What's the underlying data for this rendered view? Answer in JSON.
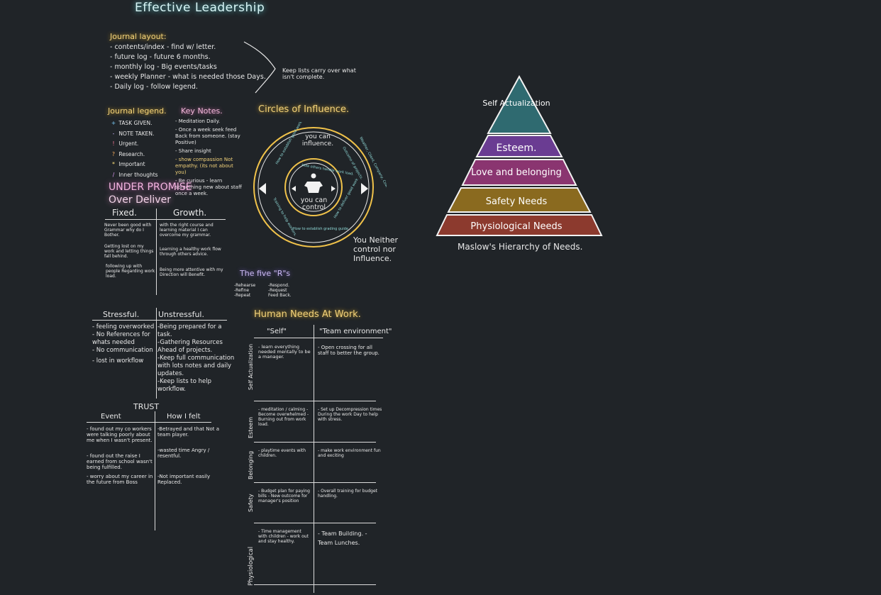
{
  "title": "Effective Leadership",
  "journal_layout": {
    "heading": "Journal layout:",
    "items": [
      "- contents/index - find w/ letter.",
      "- future log - future 6 months.",
      "- monthly log - Big events/tasks",
      "- weekly Planner - what is needed those Days.",
      "- Daily log - follow legend."
    ],
    "note": "Keep lists carry over what isn't complete."
  },
  "journal_legend": {
    "heading": "Journal legend.",
    "items": [
      {
        "mark": "+",
        "text": "TASK GIVEN.",
        "color": "#7fd1ff"
      },
      {
        "mark": "-",
        "text": "NOTE TAKEN.",
        "color": "#d0b8ff"
      },
      {
        "mark": "!",
        "text": "Urgent.",
        "color": "#ff7a9a"
      },
      {
        "mark": "?",
        "text": "Research.",
        "color": "#ffb060"
      },
      {
        "mark": "*",
        "text": "Important",
        "color": "#ffe27a"
      },
      {
        "mark": "/",
        "text": "Inner thoughts",
        "color": "#e8a0ff"
      }
    ]
  },
  "key_notes": {
    "heading": "Key Notes.",
    "items": [
      "- Meditation Daily.",
      "- Once a week seek feed Back from someone. (stay Positive)",
      "- Share insight",
      "- show compassion Not empathy. (its not about you)",
      "- Be curious - learn something new about staff once a week."
    ]
  },
  "motto": {
    "line1": "UNDER PROMISE",
    "line2": "Over Deliver"
  },
  "fixed_growth": {
    "col1": "Fixed.",
    "col2": "Growth.",
    "rows": [
      {
        "fixed": "Never been good with Grammar why do I Bother.",
        "growth": "with the right course and learning material I can overcome my grammar."
      },
      {
        "fixed": "Getting lost on my work and letting things fall behind.",
        "growth": "Learning a healthy work flow through others advice."
      },
      {
        "fixed": "following up with people Regarding work load.",
        "growth": "Being more attentive with my Direction will Benefit."
      }
    ]
  },
  "circles": {
    "heading": "Circles of Influence.",
    "outer_text": "you can influence.",
    "inner_text": "you can control",
    "outside_text": "You Neither control nor Influence.",
    "ring_words": [
      "How to establish good work habits.",
      "How others handle work load.",
      "Outcome of projects.",
      "Training to help workers.",
      "How to establish grading guide.",
      "How to deliver good work for Best Quality.",
      "Weather, Client, Company, Coworkers."
    ]
  },
  "five_rs": {
    "heading": "The five \"R\"s",
    "col1": [
      "-Rehearse",
      "-Refine",
      "-Repeat"
    ],
    "col2": [
      "-Respond.",
      "-Request",
      "Feed Back."
    ]
  },
  "stress": {
    "col1": "Stressful.",
    "col2": "Unstressful.",
    "stressful": [
      "- feeling overworked",
      "- No References for whats needed",
      "- No communication",
      "- lost in workflow"
    ],
    "unstressful": [
      "-Being prepared for a task.",
      "-Gathering Resources Ahead of projects.",
      "-Keep full communication with lots notes and daily updates.",
      "-Keep lists to help workflow."
    ]
  },
  "trust": {
    "heading": "TRUST",
    "col1": "Event",
    "col2": "How I felt",
    "rows": [
      {
        "event": "- found out my co workers were talking poorly about me when I wasn't present.",
        "felt": "-Betrayed and that Not a team player."
      },
      {
        "event": "- found out the raise I earned from school wasn't being fulfilled.",
        "felt": "-wasted time Angry / resentful."
      },
      {
        "event": "- worry about my career in the future from Boss",
        "felt": "-Not important easily Replaced."
      }
    ]
  },
  "human_needs": {
    "heading": "Human Needs At Work.",
    "col1": "\"Self\"",
    "col2": "\"Team environment\"",
    "rows": [
      {
        "label": "Self Actualization",
        "self": "- learn everything needed mentally to be a manager.",
        "team": "- Open crossing for all staff to better the group."
      },
      {
        "label": "Esteem",
        "self": "- meditation / calming - Become overwhelmed - Burning out from work load.",
        "team": "- Set up Decompression times During the work Day to help with stress."
      },
      {
        "label": "Belonging",
        "self": "- playtime events with children.",
        "team": "- make work environment fun and exciting"
      },
      {
        "label": "Safety",
        "self": "- Budget plan for paying bills - New outcome for manager's position",
        "team": "- Overall training for budget handling."
      },
      {
        "label": "Physiological",
        "self": "- Time management with children - work out and stay healthy.",
        "team": "- Team Building. - Team Lunches."
      }
    ]
  },
  "maslow": {
    "caption": "Maslow's Hierarchy of Needs.",
    "levels": [
      {
        "label": "Self Actualization",
        "color": "#2f6a70"
      },
      {
        "label": "Esteem.",
        "color": "#6a3c92"
      },
      {
        "label": "Love and belonging",
        "color": "#8a3570"
      },
      {
        "label": "Safety Needs",
        "color": "#8a6a1f"
      },
      {
        "label": "Physiological Needs",
        "color": "#8c3a2e"
      }
    ]
  }
}
